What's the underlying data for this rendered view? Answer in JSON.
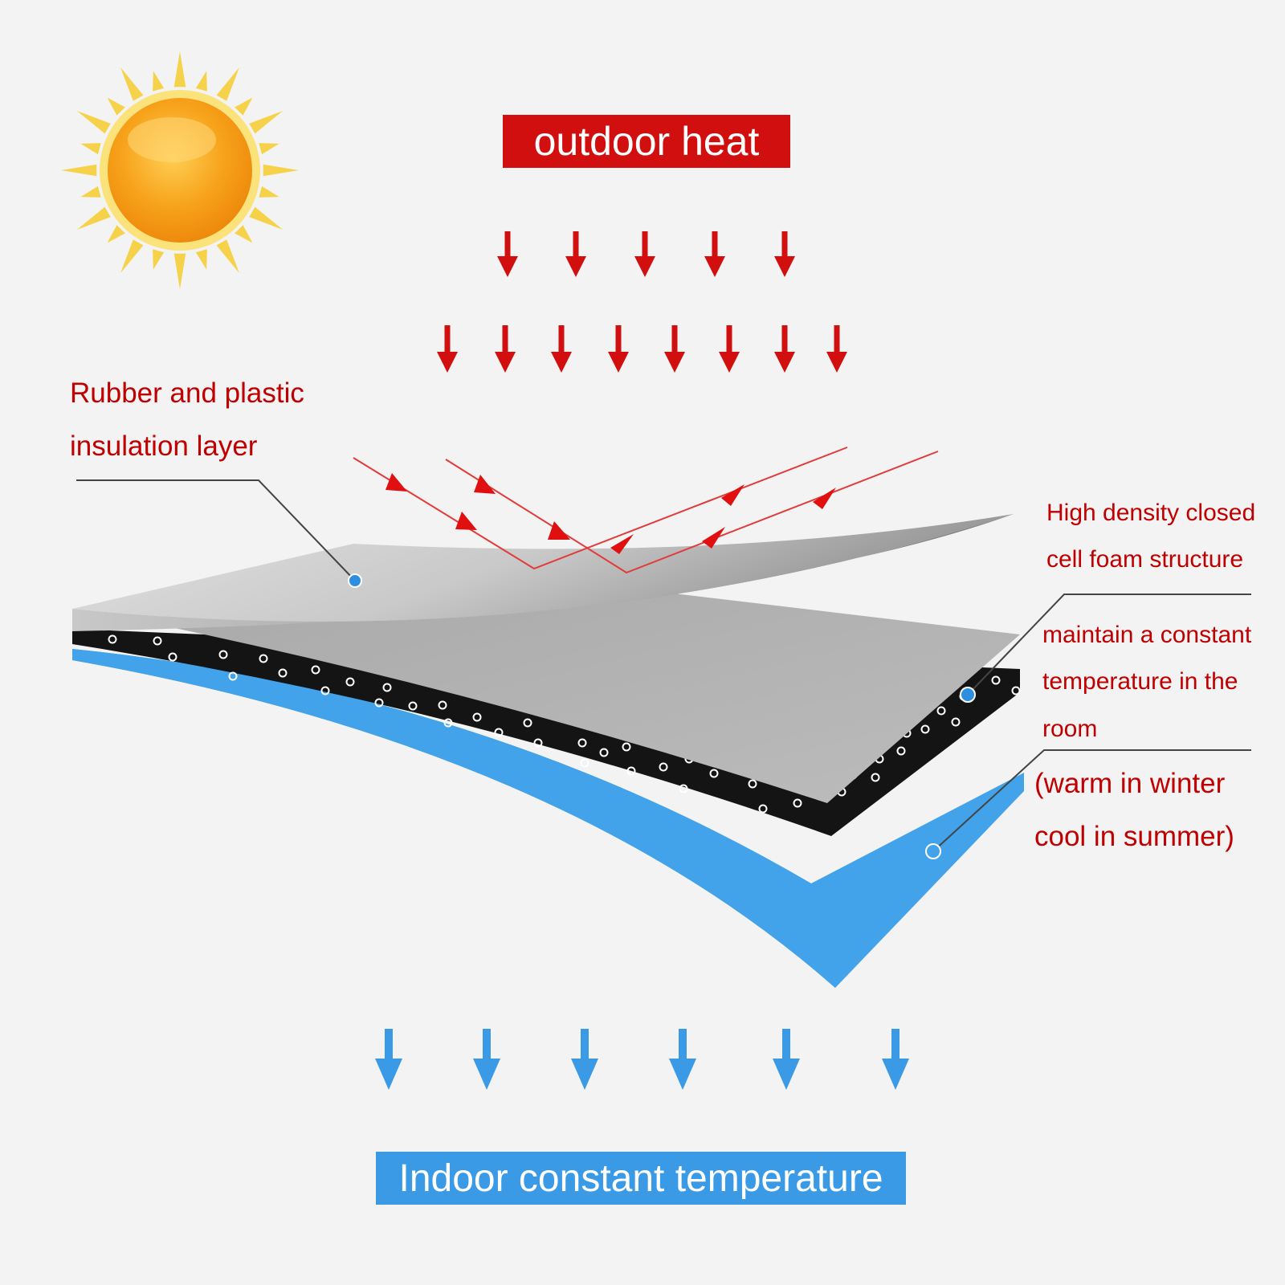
{
  "top_banner": "outdoor heat",
  "bottom_banner": "Indoor constant temperature",
  "labels": {
    "rubber_line1": "Rubber and plastic",
    "rubber_line2": "insulation layer",
    "foam_line1": "High density closed",
    "foam_line2": "cell foam structure",
    "constant_line1": "maintain a constant",
    "constant_line2": "temperature in the",
    "constant_line3": "room",
    "season_line1": "(warm in winter",
    "season_line2": "cool in summer)"
  },
  "colors": {
    "heat_red": "#d20f0f",
    "label_red": "#c00000",
    "cool_blue": "#3a9ae6",
    "foam_black": "#141414",
    "foil_gray": "#b8b8b8",
    "sun_orange": "#f7a21a",
    "ray_yellow": "#f6d24a"
  },
  "icons": {
    "sun": "sun-icon",
    "heat_arrow": "down-arrow-red-icon",
    "cool_arrow": "down-arrow-blue-icon"
  }
}
